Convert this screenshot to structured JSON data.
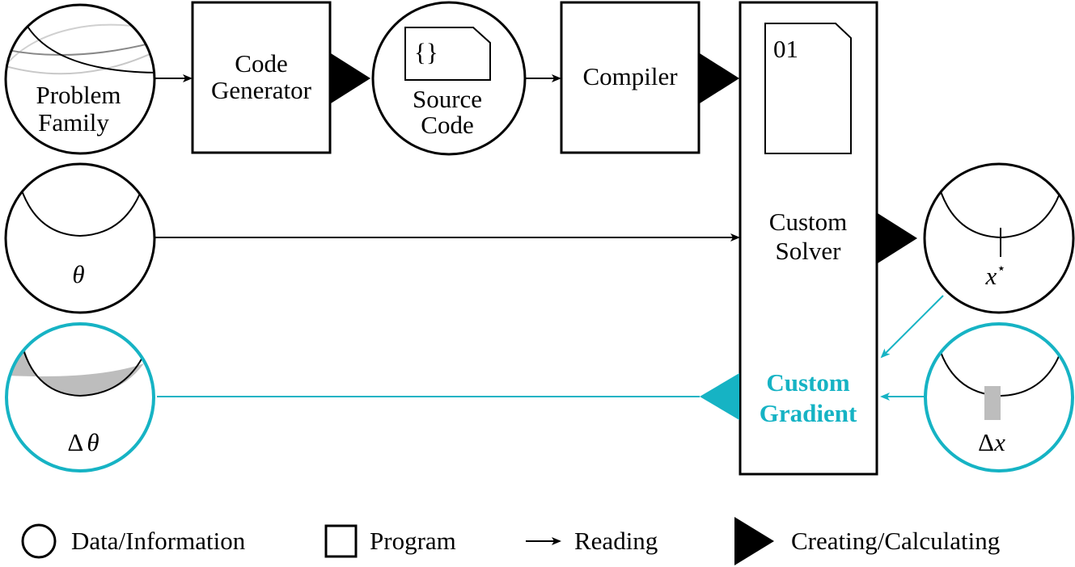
{
  "nodes": {
    "problem_family": {
      "line1": "Problem",
      "line2": "Family"
    },
    "code_generator": {
      "line1": "Code",
      "line2": "Generator"
    },
    "source_code": {
      "glyph": "{}",
      "line1": "Source",
      "line2": "Code"
    },
    "compiler": {
      "label": "Compiler"
    },
    "binary": {
      "label": "01"
    },
    "custom_solver": {
      "line1": "Custom",
      "line2": "Solver"
    },
    "theta": {
      "label": "θ"
    },
    "x_star": {
      "label": "x",
      "sup": "⋆"
    },
    "custom_gradient": {
      "line1": "Custom",
      "line2": "Gradient"
    },
    "delta_theta": {
      "delta": "Δ",
      "label": "θ"
    },
    "delta_x": {
      "delta": "Δ",
      "label": "x"
    }
  },
  "legend": {
    "data": "Data/Information",
    "program": "Program",
    "reading": "Reading",
    "creating": "Creating/Calculating"
  },
  "colors": {
    "black": "#000000",
    "teal": "#16b3c4",
    "gray": "#bdbdbd",
    "light_gray": "#d0d0d0",
    "mid_gray": "#888888"
  }
}
